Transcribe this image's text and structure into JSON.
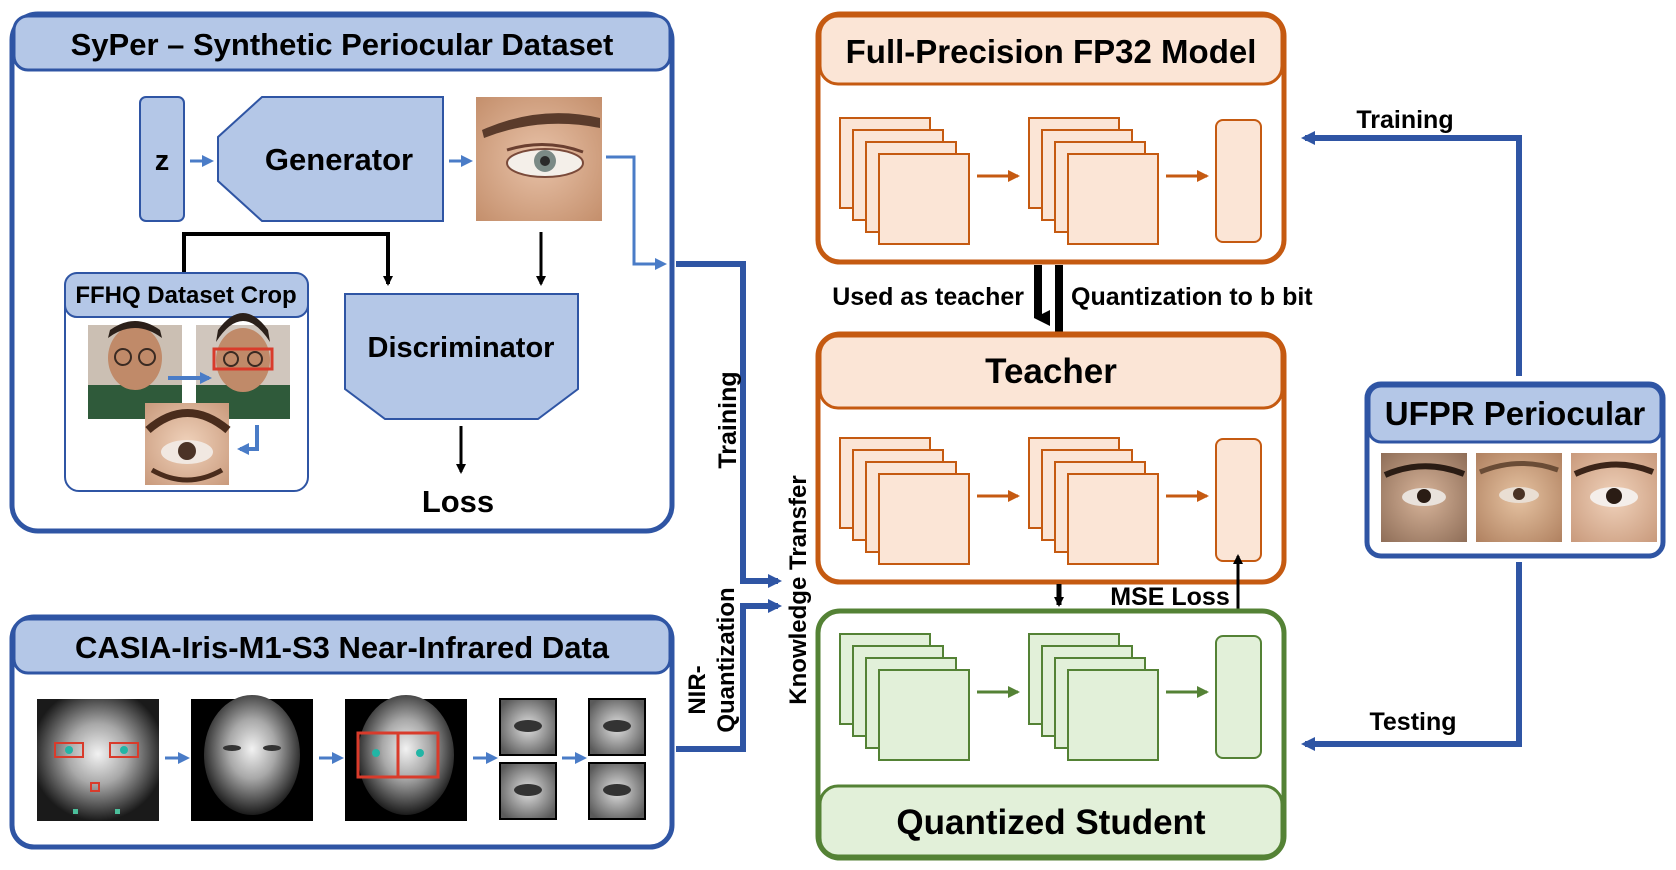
{
  "colors": {
    "blue_dark": "#2f55a4",
    "blue_fill": "#b4c7e7",
    "blue_arrow": "#4a7cc7",
    "orange": "#c55a11",
    "orange_fill": "#fbe5d6",
    "green": "#548235",
    "green_fill": "#e2f0d9",
    "black": "#000000"
  },
  "syper": {
    "title": "SyPer – Synthetic Periocular Dataset",
    "z_label": "z",
    "generator_label": "Generator",
    "discriminator_label": "Discriminator",
    "loss_label": "Loss",
    "ffhq_label": "FFHQ Dataset Crop"
  },
  "casia": {
    "title": "CASIA-Iris-M1-S3 Near-Infrared Data"
  },
  "flow_labels": {
    "training_vertical": "Training",
    "nir_quantization_line1": "NIR-",
    "nir_quantization_line2": "Quantization",
    "knowledge_transfer": "Knowledge Transfer",
    "used_as_teacher": "Used as teacher",
    "quantization_to_b_bit": "Quantization to b bit",
    "mse_loss": "MSE Loss",
    "training_right": "Training",
    "testing_right": "Testing"
  },
  "models": {
    "fp32_title": "Full-Precision FP32 Model",
    "teacher_title": "Teacher",
    "student_title": "Quantized Student"
  },
  "ufpr": {
    "title": "UFPR Periocular"
  }
}
